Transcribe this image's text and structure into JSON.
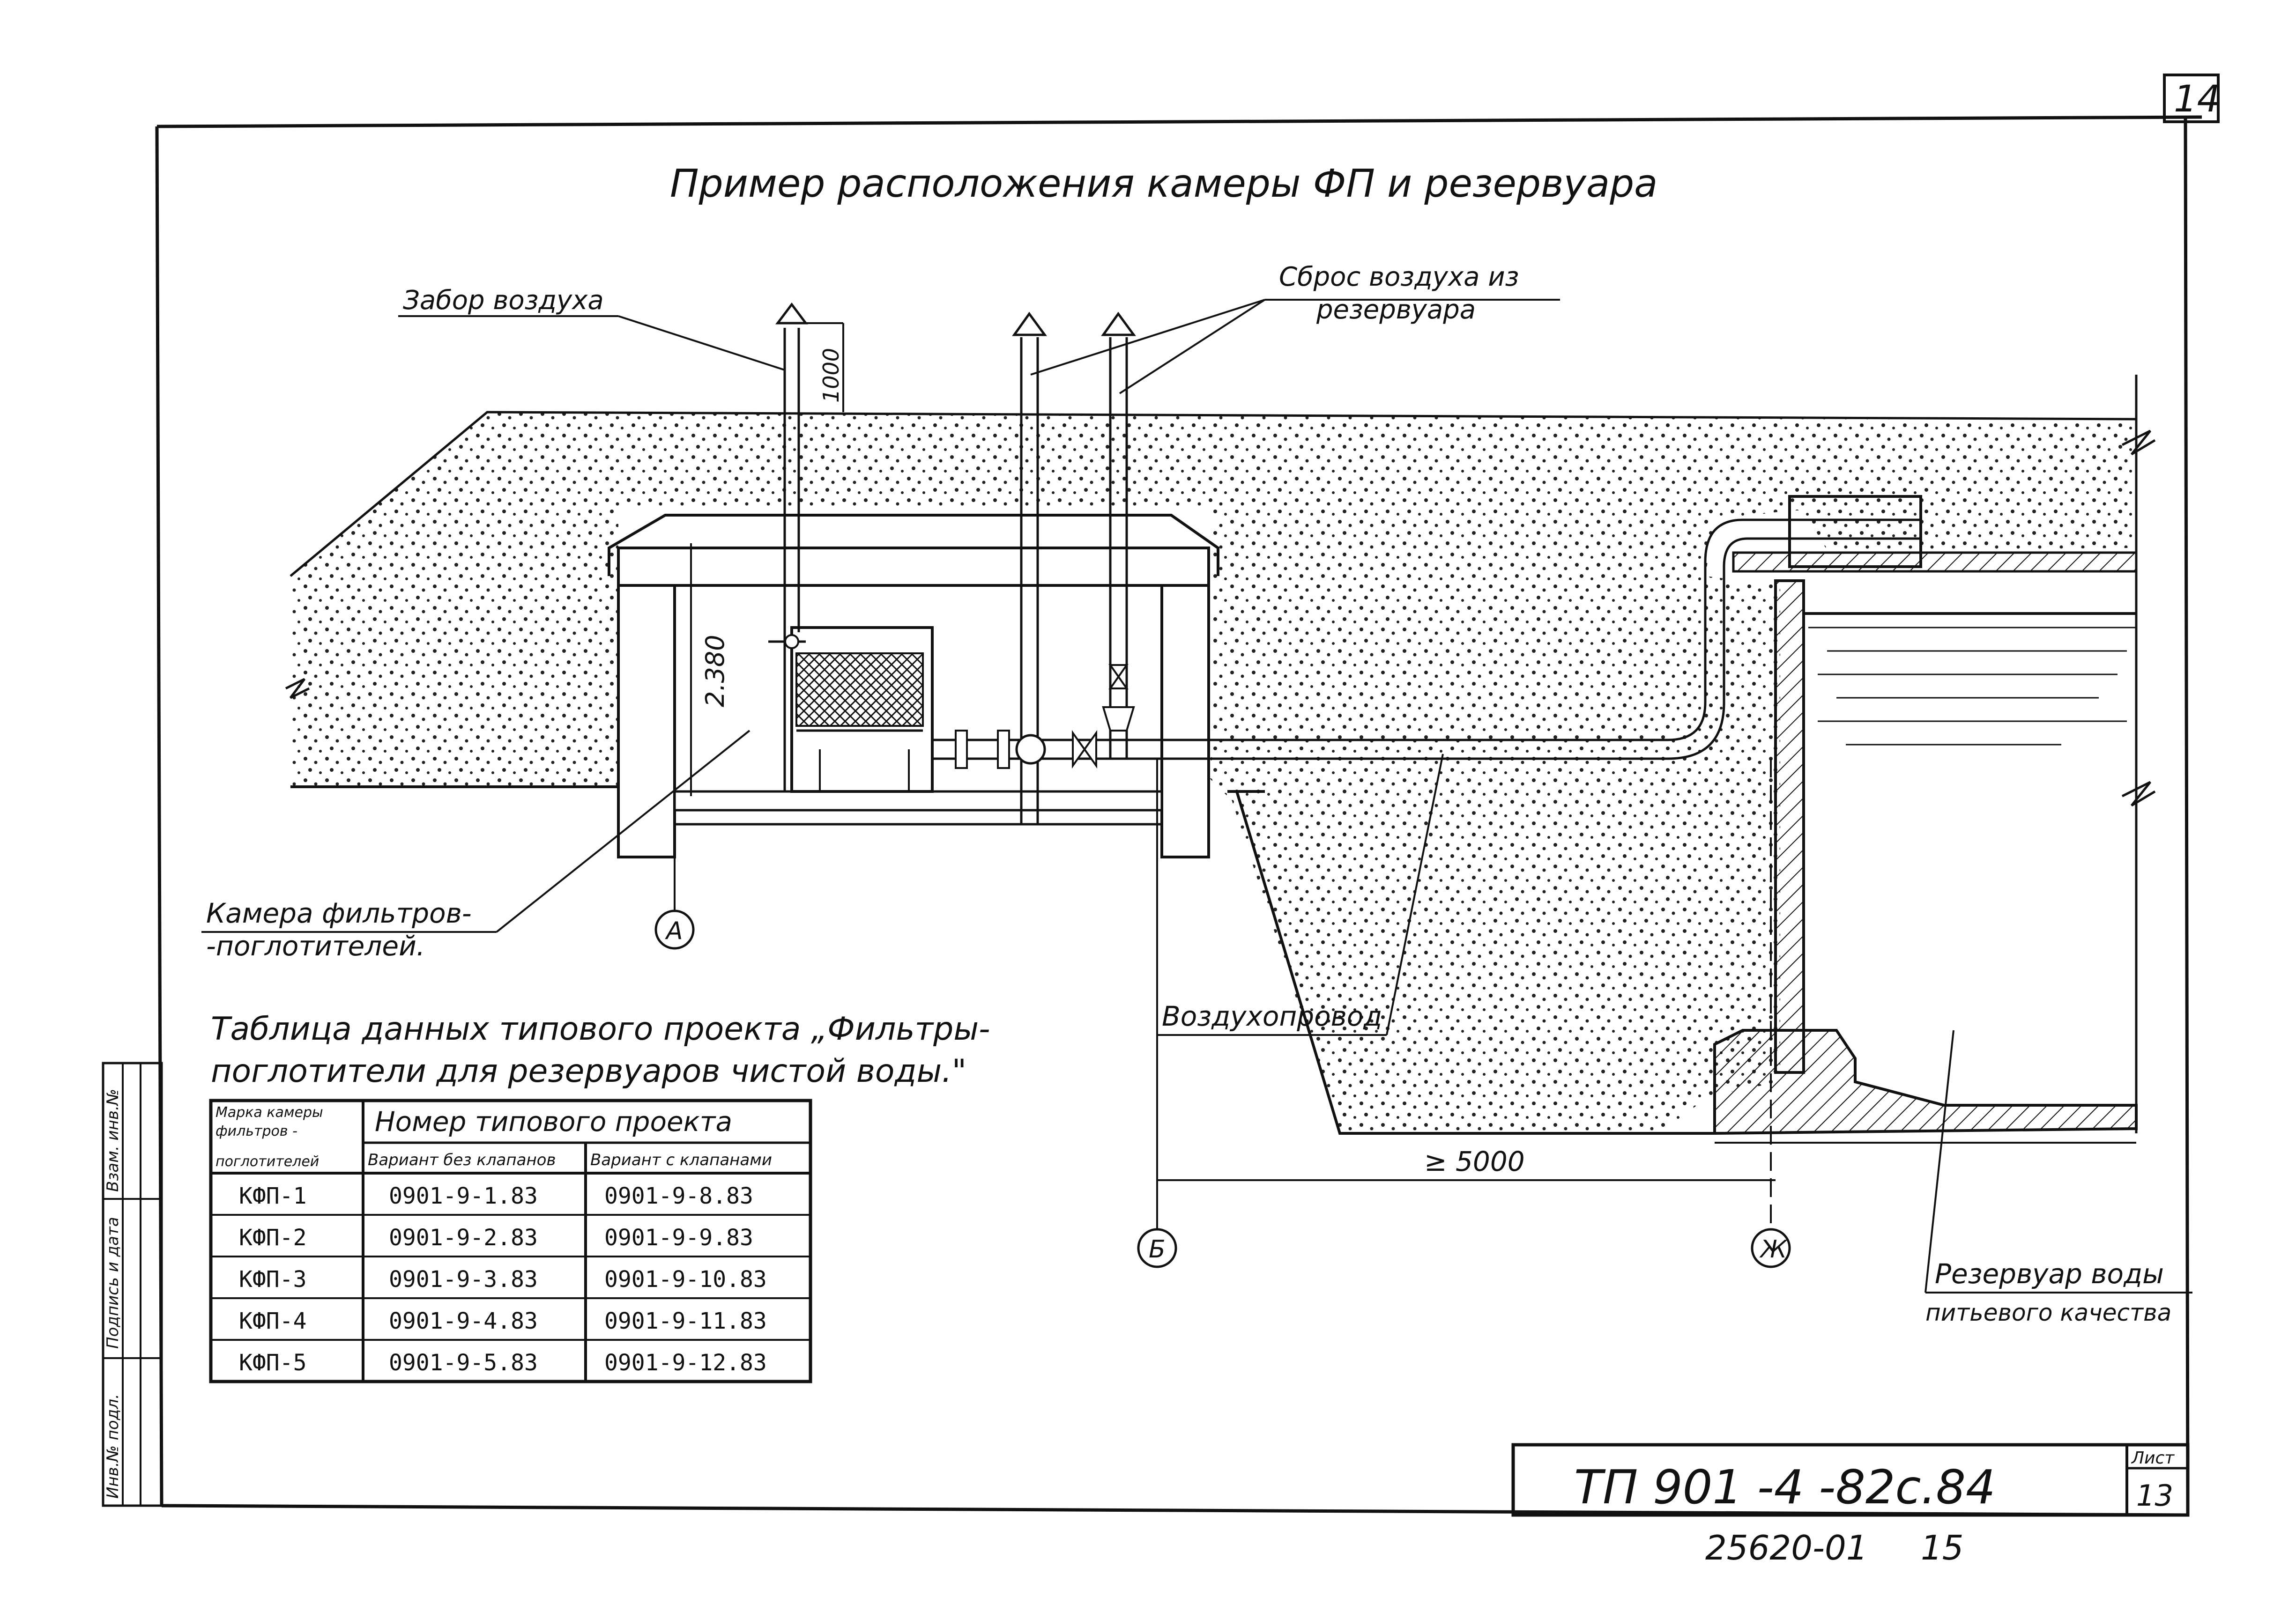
{
  "sheet": {
    "corner_number": "14",
    "title": "Пример расположения камеры ФП и резервуара",
    "code": "ТП 901 -4 -82с.84",
    "sheet_label": "Лист",
    "sheet_number": "13",
    "archive_number": "25620-01",
    "archive_page": "15",
    "stamps": [
      "Инв.№ подл.",
      "Подпись и дата",
      "Взам. инв.№"
    ]
  },
  "labels": {
    "air_intake": "Забор воздуха",
    "air_release_1": "Сброс воздуха из",
    "air_release_2": "резервуара",
    "dim_1000": "1000",
    "dim_2380": "2.380",
    "dim_5000": "≥ 5000",
    "chamber_1": "Камера фильтров-",
    "chamber_2": "-поглотителей.",
    "duct": "Воздухопровод",
    "reservoir_1": "Резервуар воды",
    "reservoir_2": "питьевого качества",
    "axis_a": "А",
    "axis_b": "Б",
    "axis_zh": "Ж"
  },
  "table": {
    "caption_1": "Таблица данных типового проекта „Фильтры-",
    "caption_2": "поглотители для резервуаров чистой воды.\"",
    "head_col1_a": "Марка камеры",
    "head_col1_b": "фильтров -",
    "head_col1_c": "поглотителей",
    "head_group": "Номер типового проекта",
    "head_col2": "Вариант без клапанов",
    "head_col3": "Вариант с клапанами",
    "rows": [
      [
        "КФП-1",
        "0901-9-1.83",
        "0901-9-8.83"
      ],
      [
        "КФП-2",
        "0901-9-2.83",
        "0901-9-9.83"
      ],
      [
        "КФП-3",
        "0901-9-3.83",
        "0901-9-10.83"
      ],
      [
        "КФП-4",
        "0901-9-4.83",
        "0901-9-11.83"
      ],
      [
        "КФП-5",
        "0901-9-5.83",
        "0901-9-12.83"
      ]
    ]
  }
}
